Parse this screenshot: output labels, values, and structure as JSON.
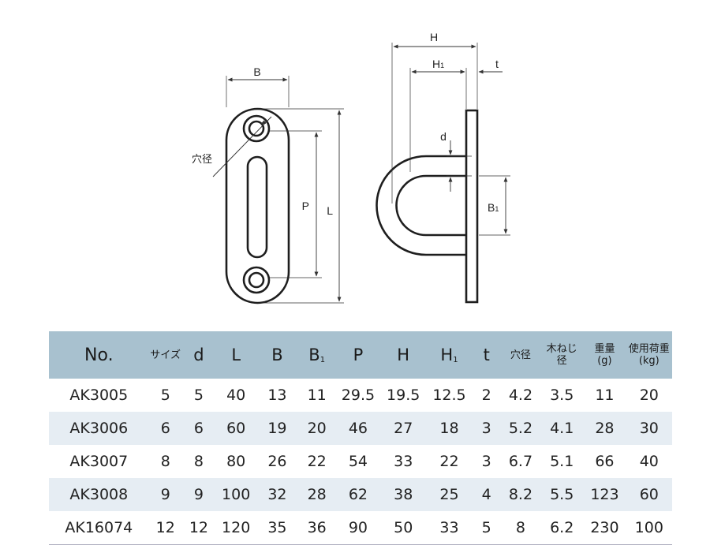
{
  "diagram": {
    "front_labels": {
      "B": "B",
      "P": "P",
      "L": "L",
      "hole": "穴径"
    },
    "side_labels": {
      "H": "H",
      "H1_base": "H",
      "H1_sub": "1",
      "t": "t",
      "d": "d",
      "B1_base": "B",
      "B1_sub": "1"
    }
  },
  "table": {
    "headers": {
      "no": "No.",
      "size": "サイズ",
      "d": "d",
      "L": "L",
      "B": "B",
      "B1_base": "B",
      "B1_sub": "1",
      "P": "P",
      "H": "H",
      "H1_base": "H",
      "H1_sub": "1",
      "t": "t",
      "hole": "穴径",
      "screw_l1": "木ねじ",
      "screw_l2": "径",
      "weight_l1": "重量",
      "weight_l2": "(g)",
      "load_l1": "使用荷重",
      "load_l2": "(kg)"
    },
    "rows": [
      [
        "AK3005",
        "5",
        "5",
        "40",
        "13",
        "11",
        "29.5",
        "19.5",
        "12.5",
        "2",
        "4.2",
        "3.5",
        "11",
        "20"
      ],
      [
        "AK3006",
        "6",
        "6",
        "60",
        "19",
        "20",
        "46",
        "27",
        "18",
        "3",
        "5.2",
        "4.1",
        "28",
        "30"
      ],
      [
        "AK3007",
        "8",
        "8",
        "80",
        "26",
        "22",
        "54",
        "33",
        "22",
        "3",
        "6.7",
        "5.1",
        "66",
        "40"
      ],
      [
        "AK3008",
        "9",
        "9",
        "100",
        "32",
        "28",
        "62",
        "38",
        "25",
        "4",
        "8.2",
        "5.5",
        "123",
        "60"
      ],
      [
        "AK16074",
        "12",
        "12",
        "120",
        "35",
        "36",
        "90",
        "50",
        "33",
        "5",
        "8",
        "6.2",
        "230",
        "100"
      ]
    ]
  },
  "colors": {
    "header_bg": "#a8c1cf",
    "alt_row_bg": "#e6edf3"
  }
}
